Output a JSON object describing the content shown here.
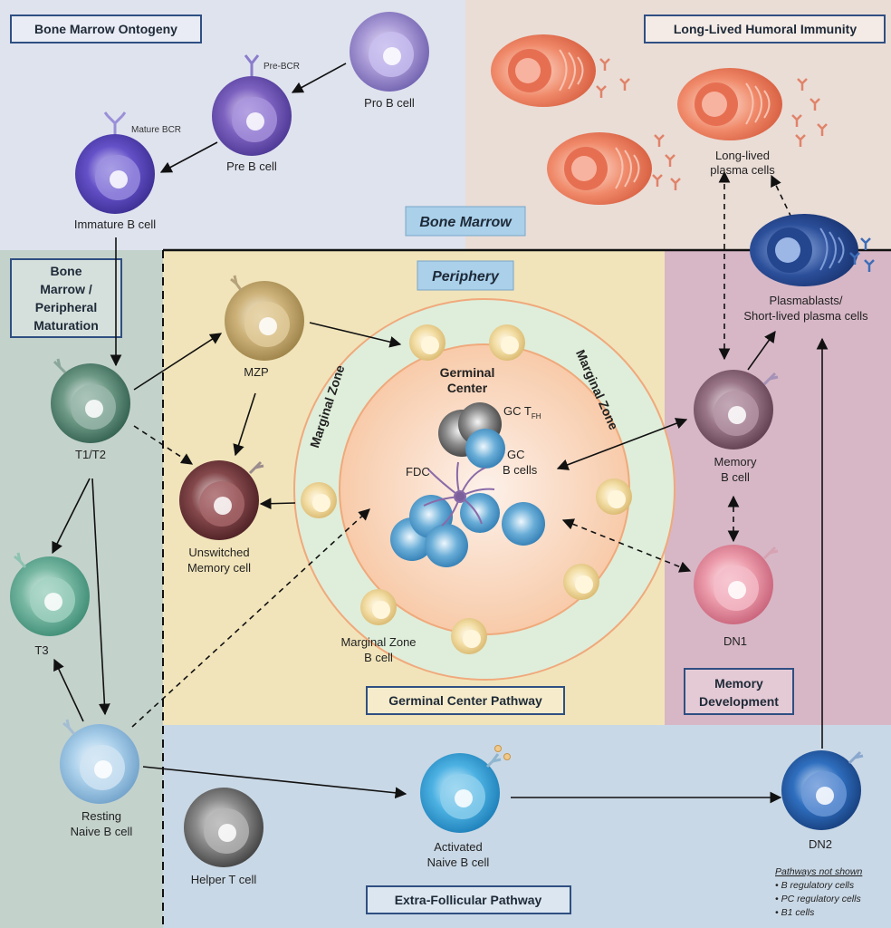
{
  "regions": {
    "bone_marrow_ontogeny": "Bone Marrow Ontogeny",
    "long_lived_humoral": "Long-Lived Humoral Immunity",
    "bone_marrow": "Bone Marrow",
    "peripheral_maturation": [
      "Bone",
      "Marrow /",
      "Peripheral",
      "Maturation"
    ],
    "periphery": "Periphery",
    "germinal_center_pathway": "Germinal Center Pathway",
    "memory_development": [
      "Memory",
      "Development"
    ],
    "extra_follicular_pathway": "Extra-Follicular Pathway"
  },
  "zones": {
    "marginal_zone_left": "Marginal Zone",
    "marginal_zone_right": "Marginal Zone",
    "germinal_center": [
      "Germinal",
      "Center"
    ]
  },
  "cells": {
    "pro_b": "Pro B cell",
    "pre_b": "Pre B cell",
    "pre_bcr": "Pre-BCR",
    "immature_b": "Immature B cell",
    "mature_bcr": "Mature BCR",
    "long_lived_pc": [
      "Long-lived",
      "plasma cells"
    ],
    "plasmablasts": [
      "Plasmablasts/",
      "Short-lived plasma cells"
    ],
    "t1t2": "T1/T2",
    "mzp": "MZP",
    "unswitched": [
      "Unswitched",
      "Memory cell"
    ],
    "t3": "T3",
    "gc_tfh_main": "GC T",
    "gc_tfh_sub": "FH",
    "gc_b": [
      "GC",
      "B cells"
    ],
    "fdc": "FDC",
    "memory_b": [
      "Memory",
      "B cell"
    ],
    "dn1": "DN1",
    "marginal_zone_b": [
      "Marginal Zone",
      "B cell"
    ],
    "resting_naive": [
      "Resting",
      "Naive B cell"
    ],
    "helper_t": "Helper T cell",
    "activated_naive": [
      "Activated",
      "Naive B cell"
    ],
    "dn2": "DN2"
  },
  "notes": {
    "title": "Pathways not shown",
    "items": [
      "• B regulatory cells",
      "• PC regulatory cells",
      "• B1 cells"
    ]
  },
  "colors": {
    "bg_ontogeny": "#dfe3ee",
    "bg_humoral": "#eaddd6",
    "bg_maturation": "#c4d2cc",
    "bg_periphery": "#f1e4ba",
    "bg_memory": "#d7b7c6",
    "bg_extrafollicular": "#c9d8e6",
    "box_border": "#2f4f82",
    "label_box_fill": "#aad0ea"
  }
}
